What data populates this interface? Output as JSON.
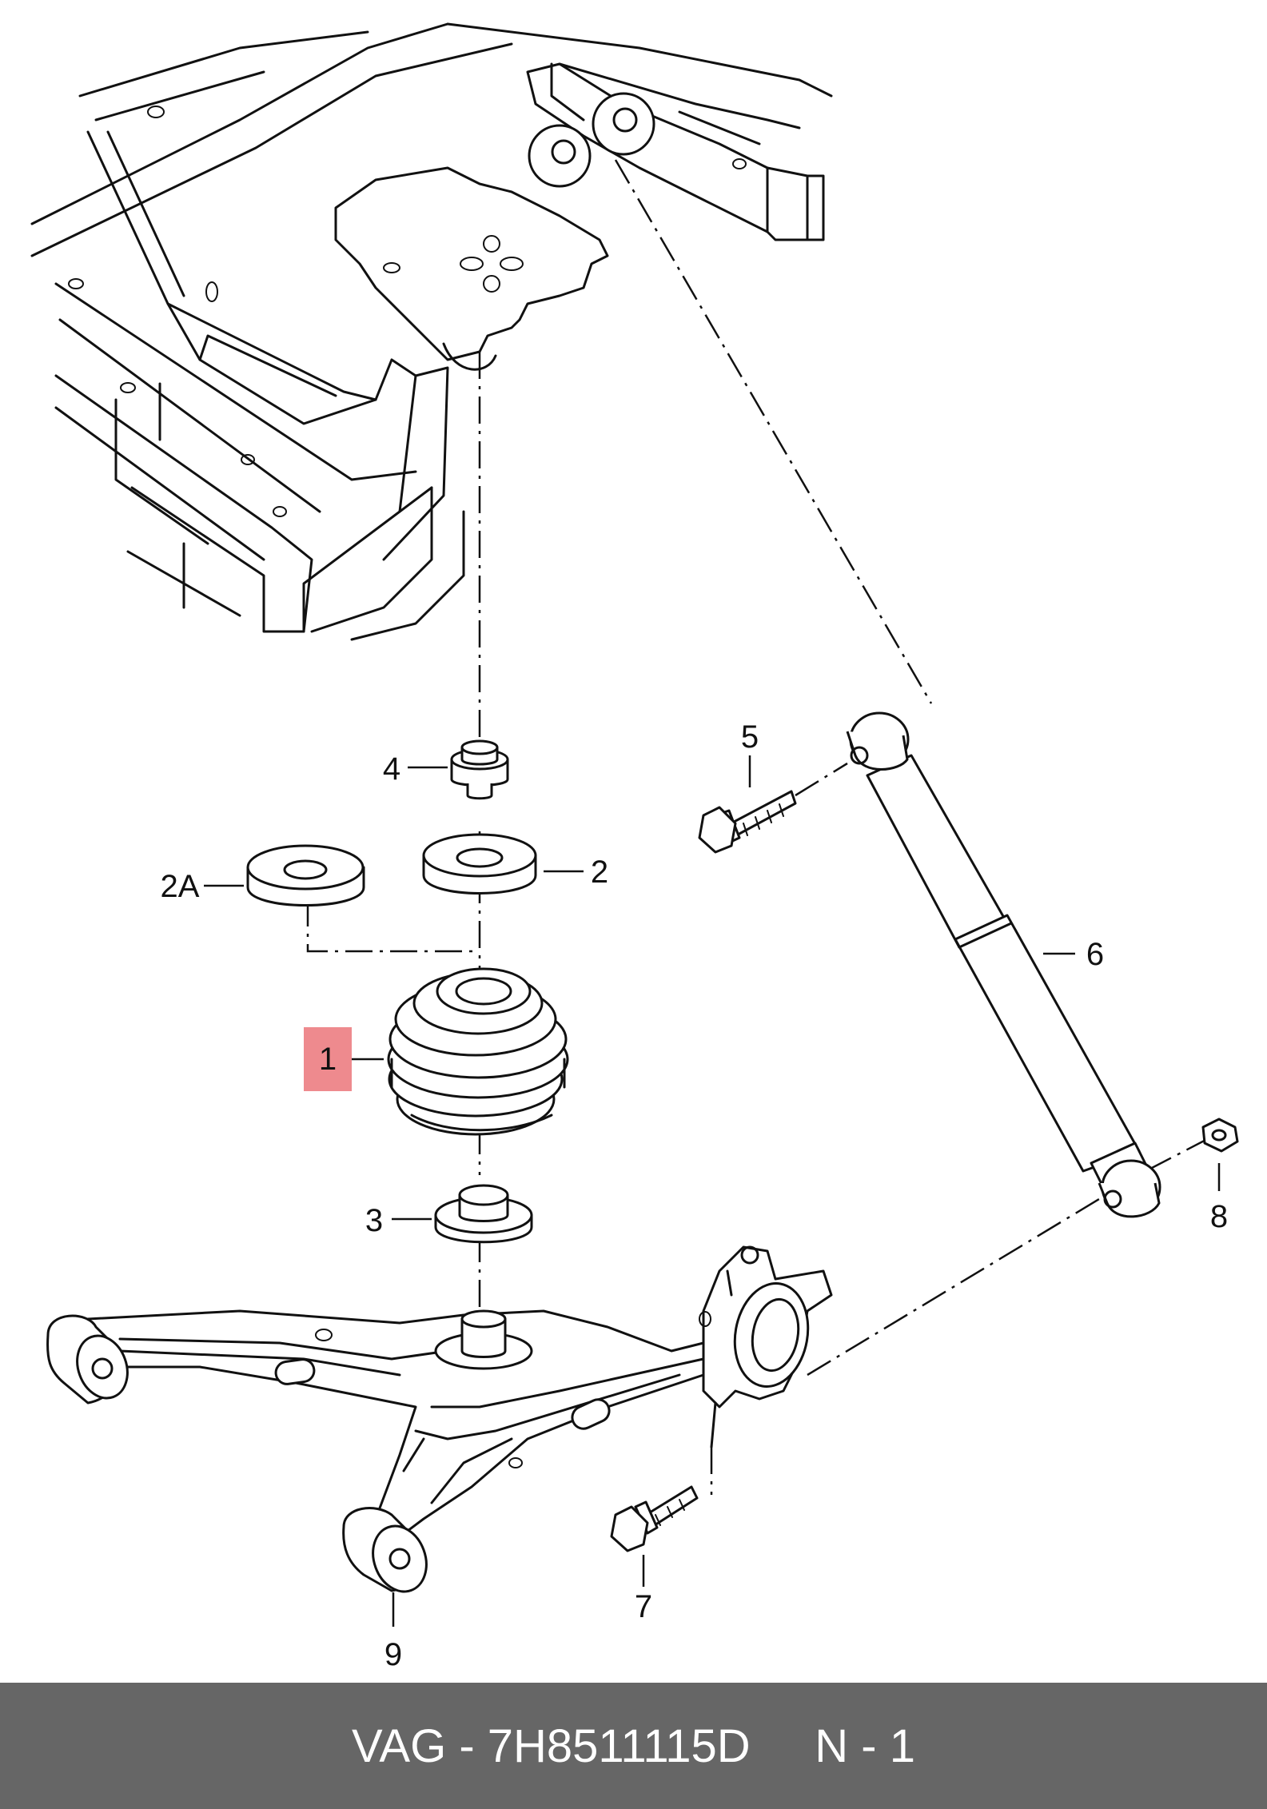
{
  "diagram": {
    "callouts": {
      "c1": "1",
      "c2": "2",
      "c2a": "2A",
      "c3": "3",
      "c4": "4",
      "c5": "5",
      "c6": "6",
      "c7": "7",
      "c8": "8",
      "c9": "9"
    },
    "highlight_color": "#ee8a8e",
    "highlighted_callout": "1"
  },
  "footer": {
    "brand": "VAG",
    "separator": " - ",
    "part_number": "7H8511115D",
    "gap": "     ",
    "position_label": "N - 1",
    "background_color": "#666666"
  }
}
